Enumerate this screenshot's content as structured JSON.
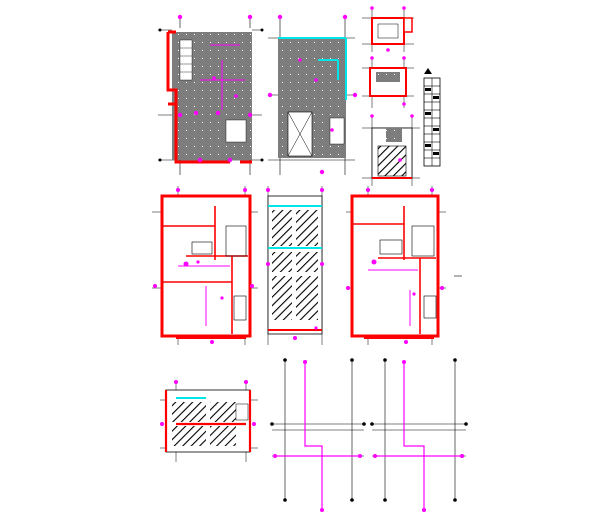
{
  "drawing": {
    "kind": "architectural-cad-sheet",
    "colors": {
      "background": "#ffffff",
      "wall": "#ff0000",
      "dim_marker": "#ff00ff",
      "grid_line": "#000000",
      "fill_gray": "#808080",
      "accent_cyan": "#00e5e5",
      "hatch": "#000000",
      "pink_line": "#ff00ff"
    },
    "views": [
      "floor-plan-top-left",
      "floor-plan-top-center",
      "detail-small-a",
      "detail-small-b",
      "detail-small-c",
      "schedule-table",
      "floor-plan-middle-left",
      "section-middle-center",
      "floor-plan-middle-right",
      "section-bottom-left",
      "grid-plan-bottom-center",
      "grid-plan-bottom-right"
    ]
  }
}
